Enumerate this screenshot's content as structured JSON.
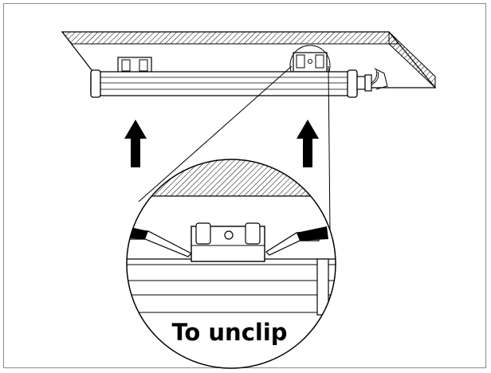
{
  "diagram": {
    "caption": "To unclip",
    "colors": {
      "stroke": "#000000",
      "background": "#ffffff",
      "frame": "#8a8a8a"
    },
    "icons": [
      "ceiling-hatch",
      "light-fixture",
      "mounting-clip",
      "up-arrow",
      "screwdriver",
      "magnifier-circle",
      "power-cable"
    ]
  }
}
